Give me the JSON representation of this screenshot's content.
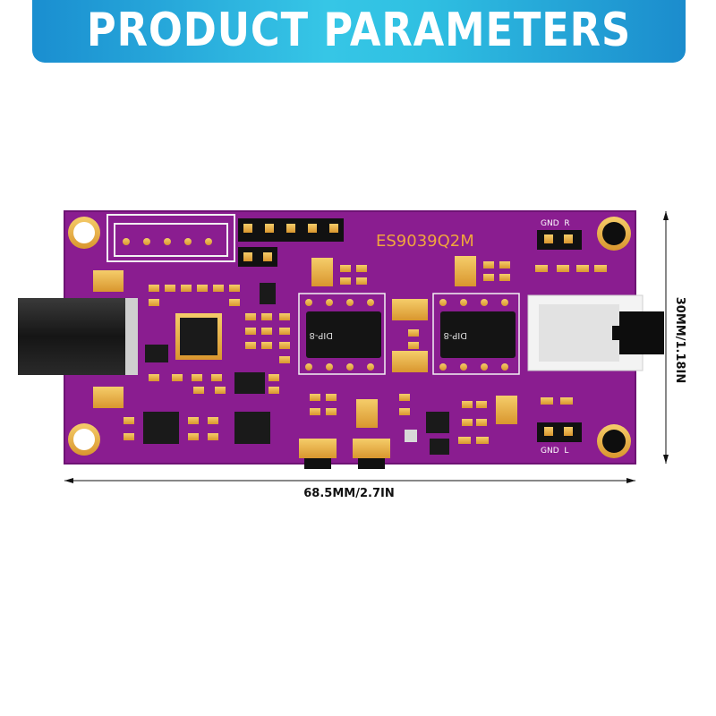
{
  "banner": {
    "title": "PRODUCT PARAMETERS"
  },
  "board": {
    "chip_label": "ES9039Q2M",
    "ic_left_label": "DIP-8",
    "ic_right_label": "DIP-8",
    "top_right_pins": "GND  R",
    "bottom_right_pins": "GND  L"
  },
  "dimensions": {
    "width": "68.5MM/2.7IN",
    "height": "30MM/1.18IN"
  },
  "colors": {
    "banner_start": "#1a8ed0",
    "banner_mid": "#36c6e6",
    "pcb": "#8e1f93",
    "pad": "#e8b04a"
  }
}
